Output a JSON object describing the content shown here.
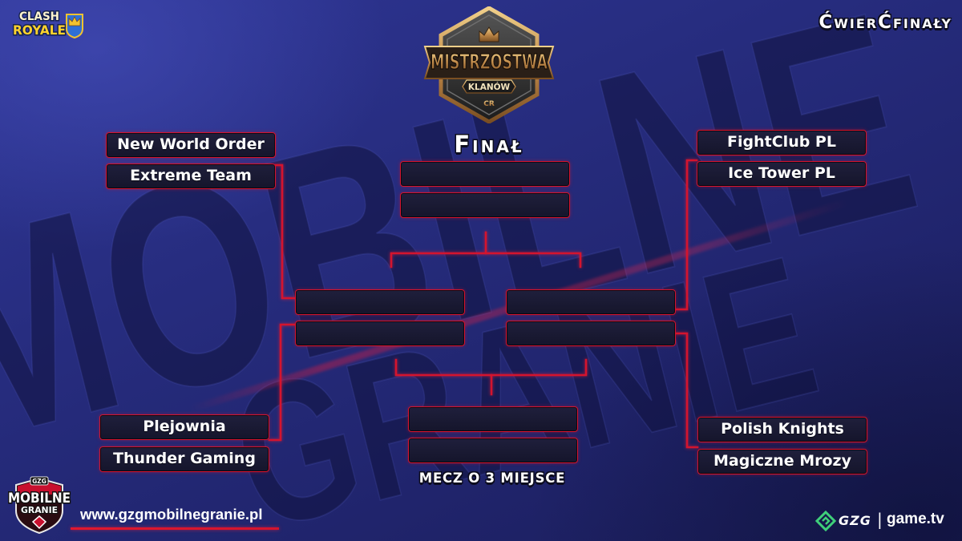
{
  "header": {
    "stage_title": "ĆwierĆfinały",
    "final_label": "Finał",
    "third_place_label": "MECZ O 3 MIEJSCE"
  },
  "logos": {
    "clash_royale": {
      "line1": "CLASH",
      "line2": "ROYALE"
    },
    "championship": {
      "banner": "MISTRZOSTWA",
      "subtitle": "KLANÓW",
      "tag": "CR"
    },
    "mobilne_granie": {
      "top": "GZG",
      "line1": "MOBILNE",
      "line2": "GRANIE"
    },
    "partners": {
      "gzg": "GZG",
      "separator": "|",
      "gametv": "game.tv"
    }
  },
  "watermark": {
    "line1": "MOBILNE",
    "line2": "GRANIE"
  },
  "bracket": {
    "quarterfinals": {
      "left_top": [
        "New World Order",
        "Extreme Team"
      ],
      "left_bottom": [
        "Plejownia",
        "Thunder Gaming"
      ],
      "right_top": [
        "FightClub PL",
        "Ice Tower PL"
      ],
      "right_bottom": [
        "Polish Knights",
        "Magiczne Mrozy"
      ]
    },
    "semifinals": {
      "left": [
        "",
        ""
      ],
      "right": [
        "",
        ""
      ]
    },
    "final": [
      "",
      ""
    ],
    "third_place": [
      "",
      ""
    ]
  },
  "footer": {
    "website": "www.gzgmobilnegranie.pl"
  },
  "icons": {
    "clash_royale_emblem": "crown-icon",
    "badge_emblem": "crown-icon",
    "mobilne_granie_emblem": "diamond-emblem-icon",
    "gzg": "gzg-logo-icon"
  },
  "colors": {
    "accent": "#d4142e",
    "background": "#262c7e",
    "slot_fill": "#15152b",
    "gold": "#c9a063",
    "gzg_green": "#3fcf7a"
  }
}
